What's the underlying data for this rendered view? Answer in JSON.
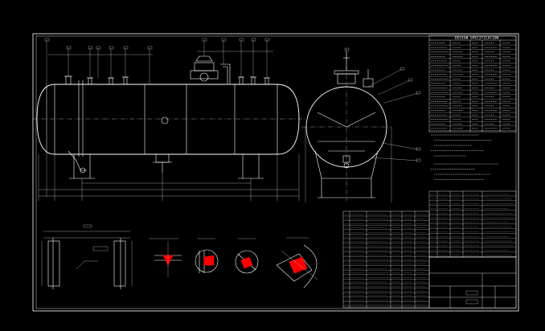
{
  "sheet": {
    "spec_title": "DESIGN SPECIFICATION",
    "background_color": "#000000",
    "line_color": "#ffffff",
    "accent_color": "#ff0000"
  },
  "views": {
    "elevation": "main-elevation-view",
    "end_view": "end-view",
    "saddle_detail": "saddle-detail",
    "detail_labels": [
      "detail-a",
      "detail-b",
      "detail-c",
      "detail-d"
    ]
  }
}
